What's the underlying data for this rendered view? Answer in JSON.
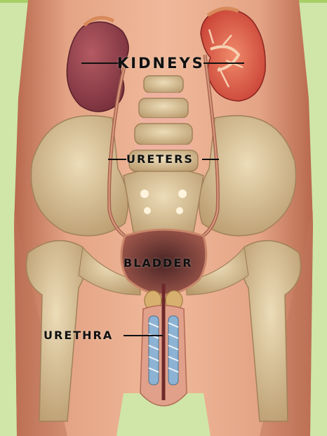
{
  "labels": {
    "kidneys": "KIDNEYS",
    "ureters": "URETERS",
    "bladder": "BLADDER",
    "urethra": "URETHRA"
  },
  "colors": {
    "background": "#cfe6a8",
    "skin": "#e3a283",
    "bone": "#d9c49a",
    "kidney_left": "#8c3b48",
    "kidney_right": "#d2493a",
    "bladder": "#7b3f3f",
    "leader_line": "#111111"
  }
}
